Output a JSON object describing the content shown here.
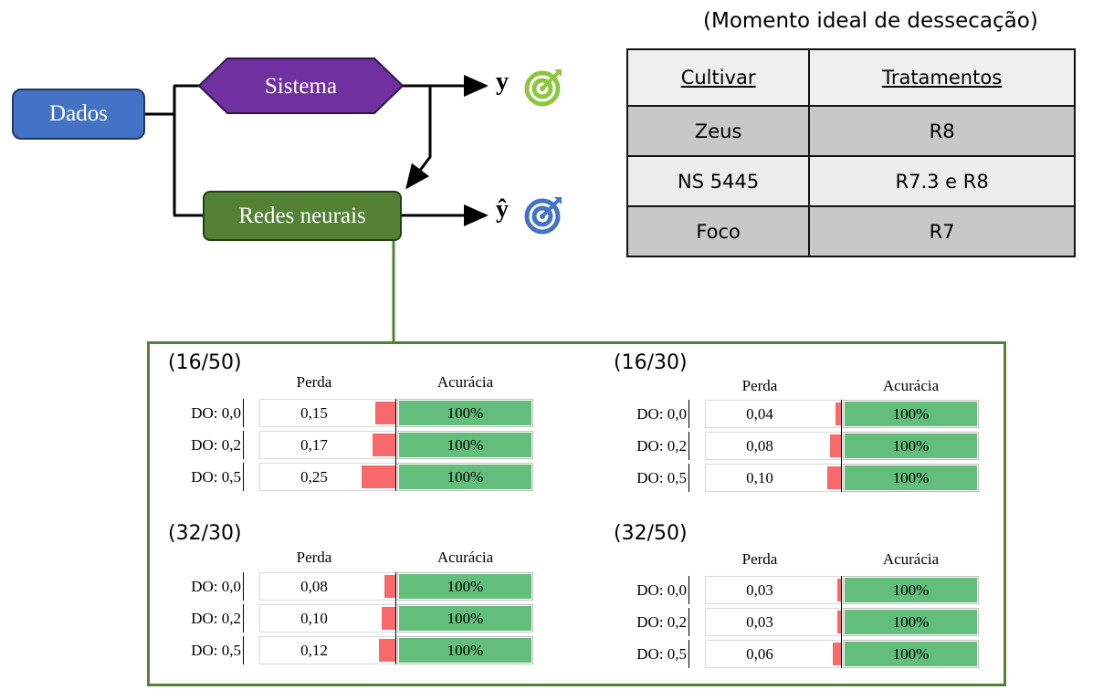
{
  "diagram": {
    "nodes": {
      "dados": "Dados",
      "sistema": "Sistema",
      "redes": "Redes neurais"
    },
    "outputs": {
      "y": "y",
      "y_hat": "ŷ"
    },
    "colors": {
      "dados": "#4472c4",
      "sistema": "#7030a0",
      "redes": "#548235",
      "target_green": "#8cc63f",
      "target_blue": "#4472c4"
    },
    "icons": [
      "target-green-icon",
      "target-blue-icon"
    ]
  },
  "ideal_table": {
    "caption": "(Momento ideal de dessecação)",
    "headers": [
      "Cultivar",
      "Tratamentos"
    ],
    "rows": [
      [
        "Zeus",
        "R8"
      ],
      [
        "NS 5445",
        "R7.3 e R8"
      ],
      [
        "Foco",
        "R7"
      ]
    ]
  },
  "panels": [
    {
      "title": "(16/50)",
      "header_perda": "Perda",
      "header_acuracia": "Acurácia",
      "rows": [
        {
          "do": "DO: 0,0",
          "perda": "0,15",
          "perda_value": 0.15,
          "acuracia": "100%",
          "acuracia_value": 1.0
        },
        {
          "do": "DO: 0,2",
          "perda": "0,17",
          "perda_value": 0.17,
          "acuracia": "100%",
          "acuracia_value": 1.0
        },
        {
          "do": "DO: 0,5",
          "perda": "0,25",
          "perda_value": 0.25,
          "acuracia": "100%",
          "acuracia_value": 1.0
        }
      ]
    },
    {
      "title": "(16/30)",
      "header_perda": "Perda",
      "header_acuracia": "Acurácia",
      "rows": [
        {
          "do": "DO: 0,0",
          "perda": "0,04",
          "perda_value": 0.04,
          "acuracia": "100%",
          "acuracia_value": 1.0
        },
        {
          "do": "DO: 0,2",
          "perda": "0,08",
          "perda_value": 0.08,
          "acuracia": "100%",
          "acuracia_value": 1.0
        },
        {
          "do": "DO: 0,5",
          "perda": "0,10",
          "perda_value": 0.1,
          "acuracia": "100%",
          "acuracia_value": 1.0
        }
      ]
    },
    {
      "title": "(32/30)",
      "header_perda": "Perda",
      "header_acuracia": "Acurácia",
      "rows": [
        {
          "do": "DO: 0,0",
          "perda": "0,08",
          "perda_value": 0.08,
          "acuracia": "100%",
          "acuracia_value": 1.0
        },
        {
          "do": "DO: 0,2",
          "perda": "0,10",
          "perda_value": 0.1,
          "acuracia": "100%",
          "acuracia_value": 1.0
        },
        {
          "do": "DO: 0,5",
          "perda": "0,12",
          "perda_value": 0.12,
          "acuracia": "100%",
          "acuracia_value": 1.0
        }
      ]
    },
    {
      "title": "(32/50)",
      "header_perda": "Perda",
      "header_acuracia": "Acurácia",
      "rows": [
        {
          "do": "DO: 0,0",
          "perda": "0,03",
          "perda_value": 0.03,
          "acuracia": "100%",
          "acuracia_value": 1.0
        },
        {
          "do": "DO: 0,2",
          "perda": "0,03",
          "perda_value": 0.03,
          "acuracia": "100%",
          "acuracia_value": 1.0
        },
        {
          "do": "DO: 0,5",
          "perda": "0,06",
          "perda_value": 0.06,
          "acuracia": "100%",
          "acuracia_value": 1.0
        }
      ]
    }
  ]
}
